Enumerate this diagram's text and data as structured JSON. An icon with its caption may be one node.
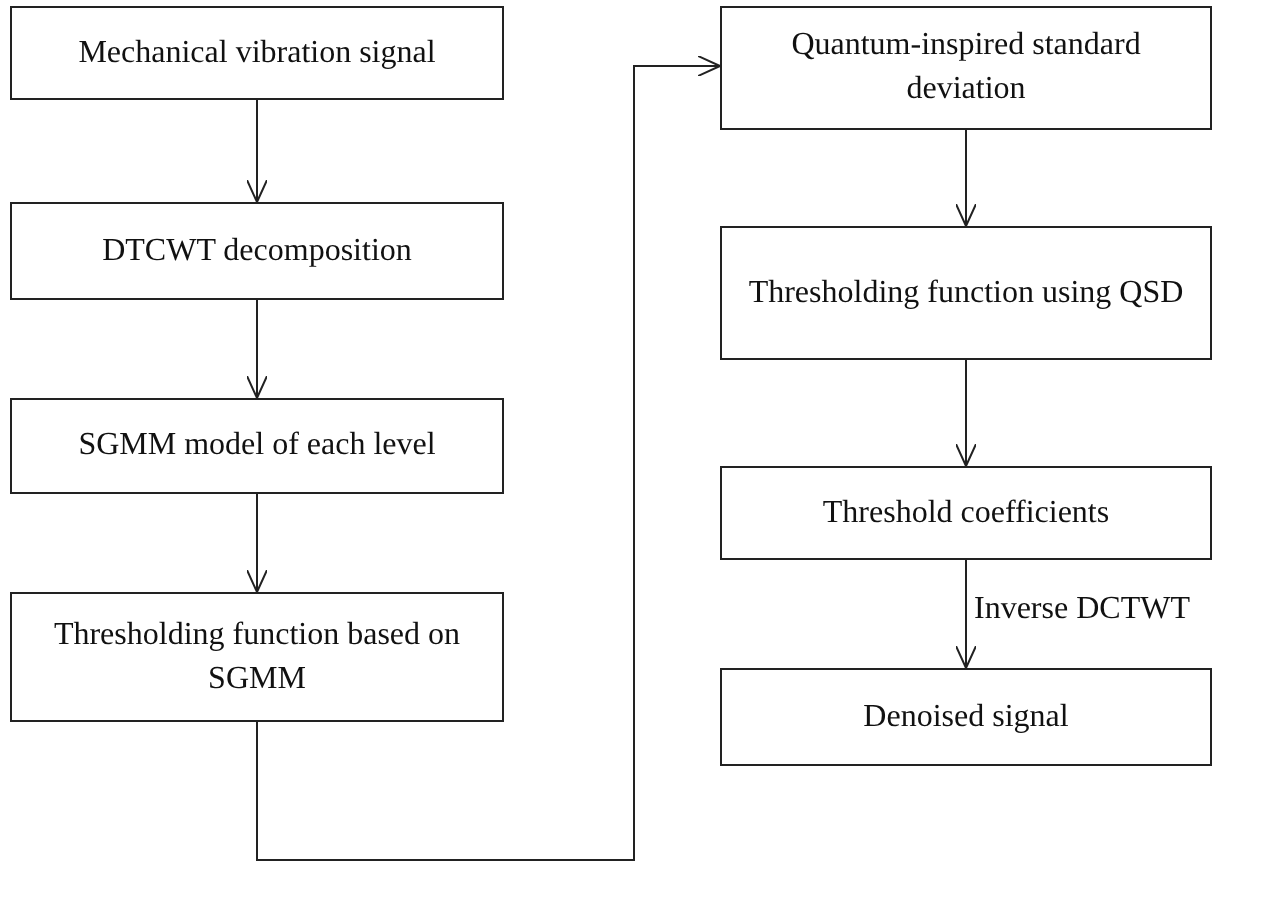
{
  "diagram": {
    "nodes": [
      {
        "text": [
          "Mechanical vibration signal"
        ]
      },
      {
        "text": [
          "DTCWT decomposition"
        ]
      },
      {
        "text": [
          "SGMM model of each level"
        ]
      },
      {
        "text": [
          "Thresholding function based on SGMM"
        ]
      },
      {
        "text": [
          "Quantum-inspired standard deviation"
        ]
      },
      {
        "text": [
          "Thresholding function using QSD"
        ]
      },
      {
        "text": [
          "Threshold coefficients"
        ]
      },
      {
        "text": [
          "Denoised signal"
        ]
      }
    ],
    "edges": [
      {
        "from": 0,
        "to": 1,
        "arrow": "to"
      },
      {
        "from": 1,
        "to": 2,
        "arrow": "to"
      },
      {
        "from": 2,
        "to": 3,
        "arrow": "to"
      },
      {
        "from": 3,
        "to": 4,
        "arrow": "to"
      },
      {
        "from": 4,
        "to": 5,
        "arrow": "to"
      },
      {
        "from": 5,
        "to": 6,
        "arrow": "to"
      },
      {
        "from": 6,
        "to": 7,
        "arrow": "to",
        "label": "Inverse DCTWT"
      }
    ]
  }
}
